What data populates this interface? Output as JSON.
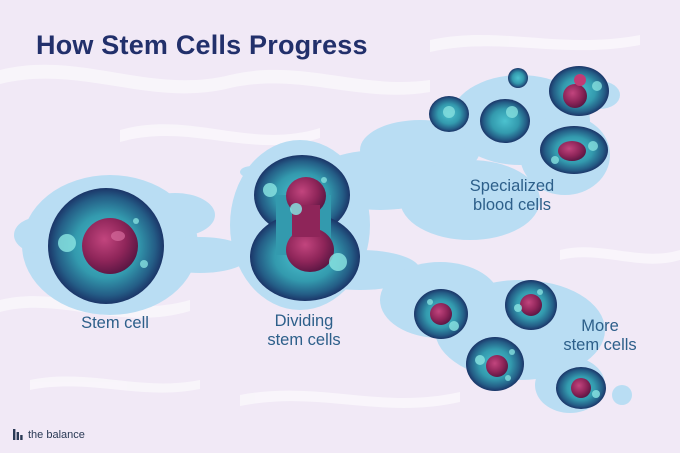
{
  "title": "How Stem Cells Progress",
  "labels": {
    "stem_cell": "Stem cell",
    "dividing_line1": "Dividing",
    "dividing_line2": "stem cells",
    "specialized_line1": "Specialized",
    "specialized_line2": "blood cells",
    "more_line1": "More",
    "more_line2": "stem cells"
  },
  "logo": {
    "text": "the balance",
    "icon": "balance-logo-icon"
  },
  "colors": {
    "background": "#f1e9f6",
    "splash": "#b9ddf3",
    "title": "#22306b",
    "label": "#2d5f8a",
    "cell_outer": "#1c3a6e",
    "cell_inner": "#3aa3b8",
    "nucleus": "#8c2458"
  }
}
